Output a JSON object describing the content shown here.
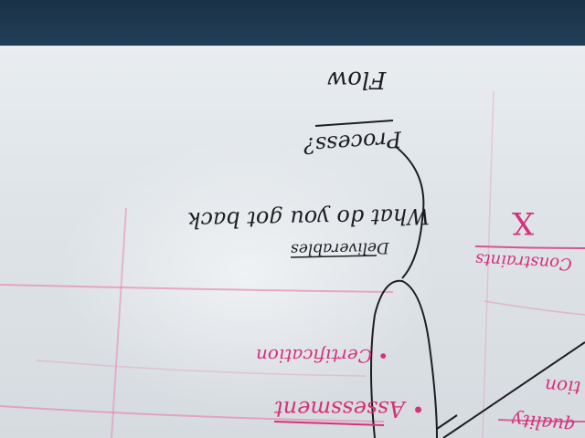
{
  "scene": {
    "board_color": "#e3e7eb",
    "frame_color": "#1c3447",
    "marker_black": "#1d1d22",
    "marker_pink": "#d6307a"
  },
  "writing": {
    "flow": "Flow",
    "process": "Process?",
    "what_back": "What do you got back",
    "deliverables": "Deliverables",
    "constraints": "Constraints",
    "x_mark": "X",
    "certification": "• Certification",
    "assessment": "• Assessment",
    "partial_tion": "tion",
    "partial_quality": "quality"
  }
}
